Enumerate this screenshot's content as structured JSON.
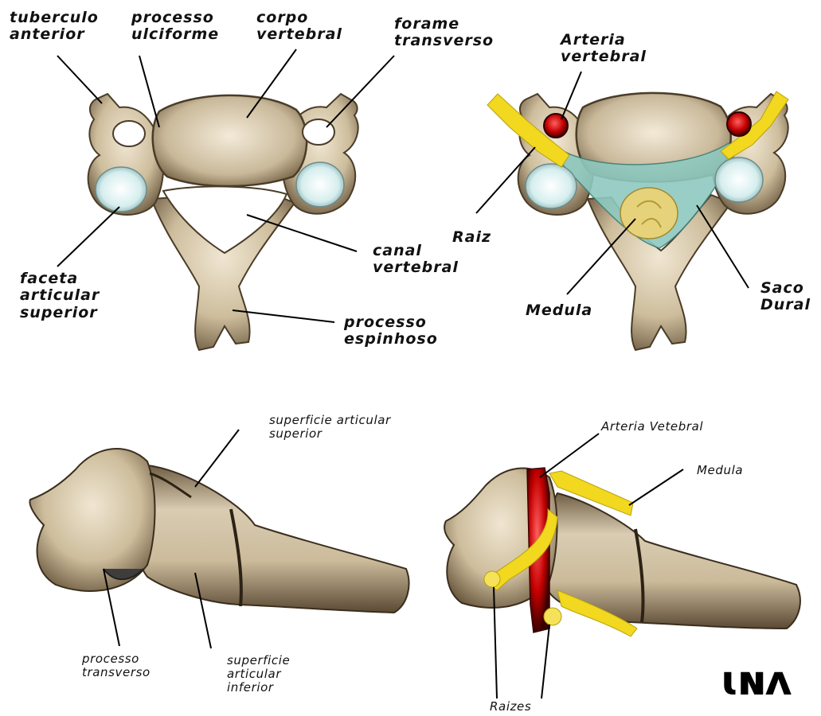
{
  "labels": {
    "tuberculo_anterior": "tuberculo\nanterior",
    "processo_ulciforme": "processo\nulciforme",
    "corpo_vertebral": "corpo\nvertebral",
    "forame_transverso": "forame\ntransverso",
    "faceta_articular_superior": "faceta\narticular\nsuperior",
    "canal_vertebral": "canal\nvertebral",
    "processo_espinhoso": "processo\nespinhoso",
    "arteria_vertebral": "Arteria\nvertebral",
    "raiz": "Raiz",
    "medula_top": "Medula",
    "saco_dural": "Saco\nDural",
    "superficie_articular_superior": "superficie articular\nsuperior",
    "processo_transverso": "processo\ntransverso",
    "superficie_articular_inferior": "superficie\narticular\ninferior",
    "arteria_vetebral_side": "Arteria Vetebral",
    "medula_side": "Medula",
    "raizes": "Raizes"
  },
  "signature": "ɩɴʌ",
  "colors": {
    "bone": "#d8cbb2",
    "bone_shadow": "#7a6a50",
    "facet": "#e8f4f4",
    "artery": "#d81e1e",
    "nerve": "#f2d81e",
    "dura": "#8ec9c0",
    "cord": "#e6d27a"
  }
}
